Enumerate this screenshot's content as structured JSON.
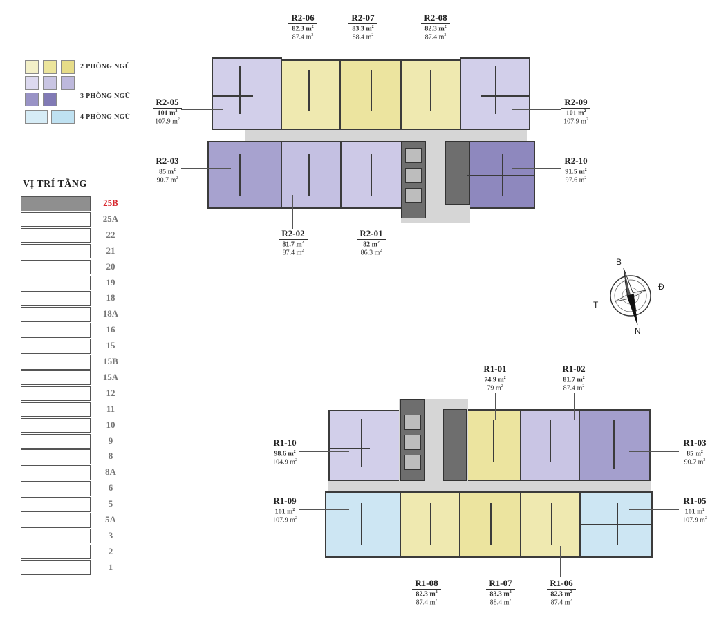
{
  "colors": {
    "two_bed_light": "#f3f0c8",
    "two_bed": "#ece59c",
    "three_bed_light": "#d5d2eb",
    "three_bed": "#aaa5d0",
    "three_bed_dark": "#8b85bd",
    "four_bed": "#cfe8f4",
    "active_floor": "#8f8f8f",
    "active_floor_text": "#d8272d"
  },
  "legend": {
    "two_bed": "2 PHÒNG NGỦ",
    "three_bed": "3 PHÒNG NGỦ",
    "four_bed": "4 PHÒNG NGỦ"
  },
  "floor_list": {
    "title": "VỊ TRÍ TẦNG",
    "active": "25B",
    "floors": [
      "25B",
      "25A",
      "22",
      "21",
      "20",
      "19",
      "18",
      "18A",
      "16",
      "15",
      "15B",
      "15A",
      "12",
      "11",
      "10",
      "9",
      "8",
      "8A",
      "6",
      "5",
      "5A",
      "3",
      "2",
      "1"
    ]
  },
  "units": {
    "R2-06": {
      "code": "R2-06",
      "area1": "82.3 m",
      "area2": "87.4 m"
    },
    "R2-07": {
      "code": "R2-07",
      "area1": "83.3 m",
      "area2": "88.4 m"
    },
    "R2-08": {
      "code": "R2-08",
      "area1": "82.3 m",
      "area2": "87.4 m"
    },
    "R2-05": {
      "code": "R2-05",
      "area1": "101 m",
      "area2": "107.9 m"
    },
    "R2-09": {
      "code": "R2-09",
      "area1": "101 m",
      "area2": "107.9 m"
    },
    "R2-03": {
      "code": "R2-03",
      "area1": "85 m",
      "area2": "90.7 m"
    },
    "R2-10": {
      "code": "R2-10",
      "area1": "91.5 m",
      "area2": "97.6 m"
    },
    "R2-02": {
      "code": "R2-02",
      "area1": "81.7 m",
      "area2": "87.4 m"
    },
    "R2-01": {
      "code": "R2-01",
      "area1": "82 m",
      "area2": "86.3 m"
    },
    "R1-01": {
      "code": "R1-01",
      "area1": "74.9 m",
      "area2": "79 m"
    },
    "R1-02": {
      "code": "R1-02",
      "area1": "81.7 m",
      "area2": "87.4 m"
    },
    "R1-10": {
      "code": "R1-10",
      "area1": "98.6 m",
      "area2": "104.9 m"
    },
    "R1-03": {
      "code": "R1-03",
      "area1": "85 m",
      "area2": "90.7 m"
    },
    "R1-09": {
      "code": "R1-09",
      "area1": "101 m",
      "area2": "107.9 m"
    },
    "R1-05": {
      "code": "R1-05",
      "area1": "101 m",
      "area2": "107.9 m"
    },
    "R1-08": {
      "code": "R1-08",
      "area1": "82.3 m",
      "area2": "87.4 m"
    },
    "R1-07": {
      "code": "R1-07",
      "area1": "83.3 m",
      "area2": "88.4 m"
    },
    "R1-06": {
      "code": "R1-06",
      "area1": "82.3 m",
      "area2": "87.4 m"
    }
  },
  "area_unit_sup": "2",
  "compass": {
    "north": "B",
    "east": "Đ",
    "south": "N",
    "west": "T"
  }
}
